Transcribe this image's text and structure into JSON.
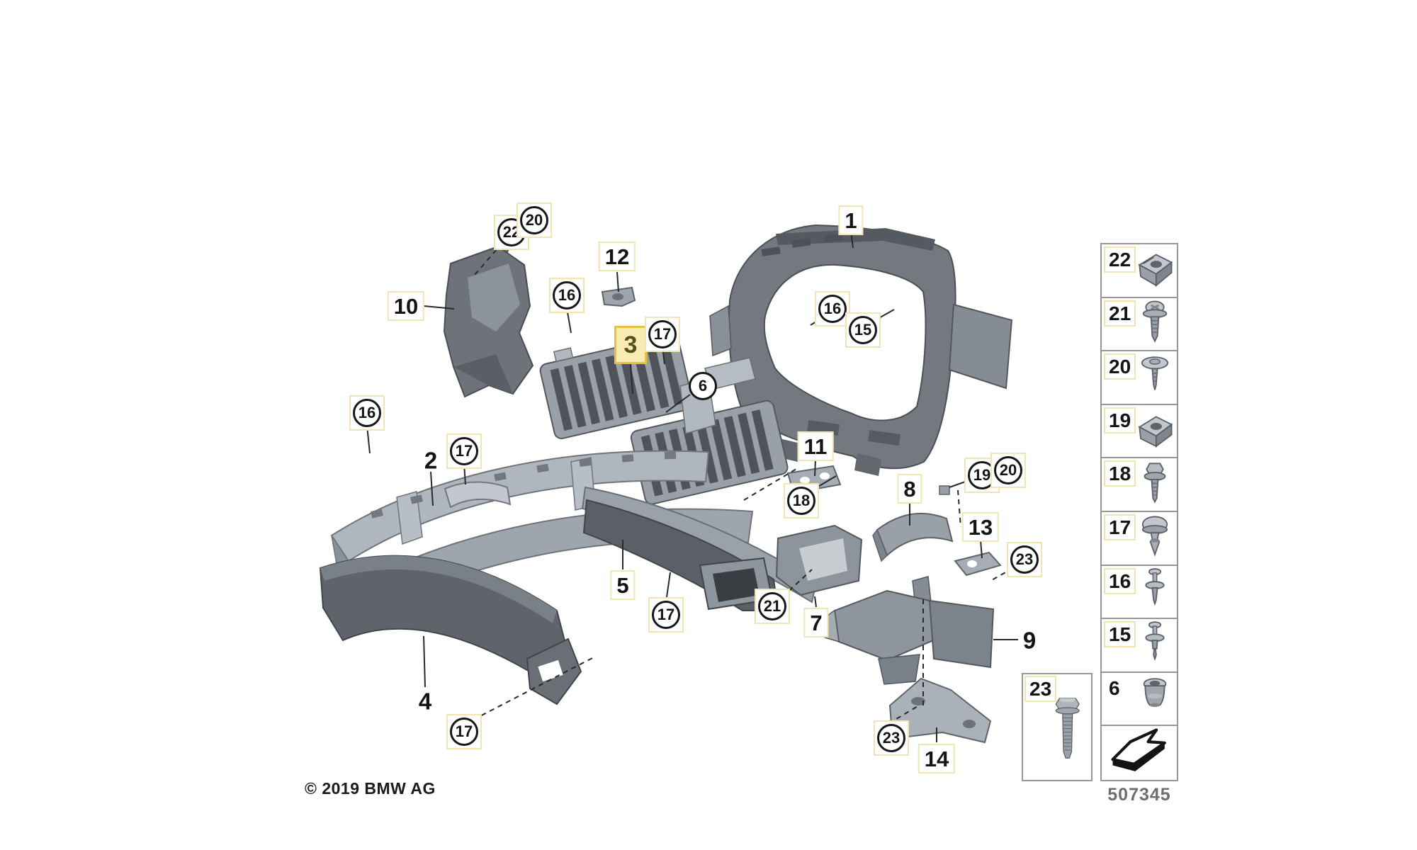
{
  "footer": {
    "copyright": "© 2019 BMW AG",
    "diagram_code": "507345"
  },
  "callouts": {
    "highlighted": "3",
    "plain_boxed": [
      "1",
      "5",
      "7",
      "8",
      "10",
      "11",
      "12",
      "13",
      "14"
    ],
    "plain": [
      "2",
      "4",
      "9"
    ],
    "circled_boxed": [
      "22",
      "20",
      "16",
      "17",
      "16",
      "15",
      "16",
      "17",
      "18",
      "19",
      "20",
      "23",
      "17",
      "21",
      "17",
      "23"
    ],
    "circled_plain": [
      "6"
    ]
  },
  "legend": {
    "rows": [
      {
        "label": "22",
        "icon": "clip-nut-icon"
      },
      {
        "label": "21",
        "icon": "screw-washer-icon"
      },
      {
        "label": "20",
        "icon": "flat-head-rivet-icon"
      },
      {
        "label": "19",
        "icon": "clip-nut-icon"
      },
      {
        "label": "18",
        "icon": "hex-screw-washer-icon"
      },
      {
        "label": "17",
        "icon": "push-rivet-icon"
      },
      {
        "label": "16",
        "icon": "expansion-rivet-icon"
      },
      {
        "label": "15",
        "icon": "expansion-rivet-icon"
      },
      {
        "label": "6",
        "icon": "grommet-icon"
      },
      {
        "label": "",
        "icon": "direction-arrow-icon"
      }
    ]
  },
  "bolt_box": {
    "label": "23",
    "icon": "hex-bolt-icon"
  },
  "colors": {
    "hotspot_border": "#f3e4b4",
    "highlight_fill": "#f8ecb2",
    "highlight_border": "#e7c33c",
    "part_dark": "#5f646b",
    "part_mid": "#8e949b",
    "part_light": "#aeb4bb"
  }
}
